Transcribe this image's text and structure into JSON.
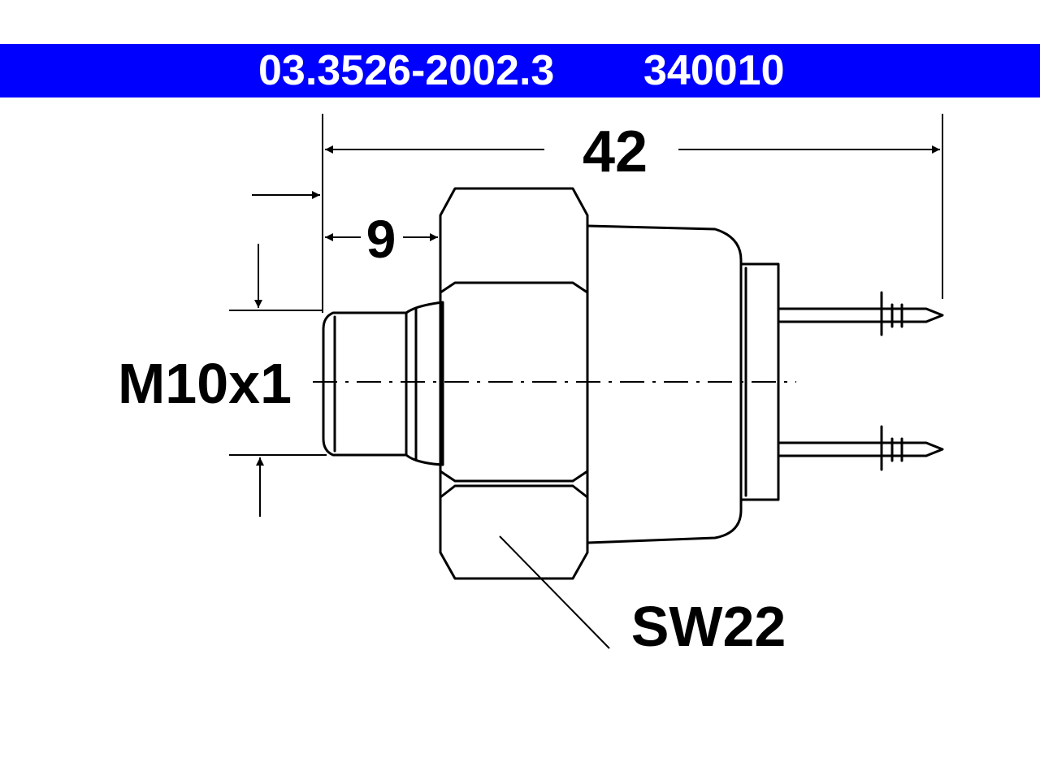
{
  "header": {
    "part_number": "03.3526-2002.3",
    "reference_number": "340010",
    "background_color": "#0000ff",
    "text_color": "#ffffff"
  },
  "drawing": {
    "dim_overall_length": "42",
    "dim_thread_length": "9",
    "thread_spec": "M10x1",
    "wrench_size": "SW22",
    "line_color": "#000000"
  }
}
